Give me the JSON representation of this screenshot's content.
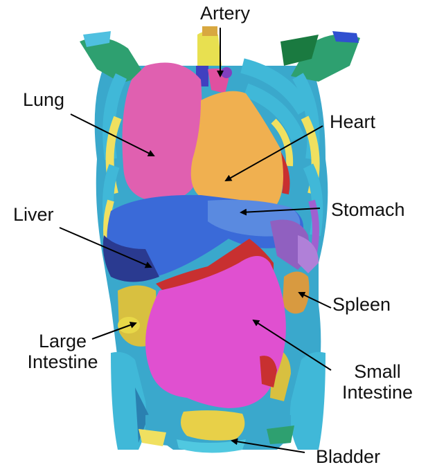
{
  "labels": {
    "artery": "Artery",
    "lung": "Lung",
    "heart": "Heart",
    "liver": "Liver",
    "stomach": "Stomach",
    "spleen": "Spleen",
    "large_intestine_1": "Large",
    "large_intestine_2": "Intestine",
    "small_intestine_1": "Small",
    "small_intestine_2": "Intestine",
    "bladder": "Bladder"
  },
  "colors": {
    "lung": "#e060b0",
    "heart": "#f0b050",
    "liver": "#3a6ad8",
    "stomach": "#5a8ae0",
    "spleen": "#d89a40",
    "small_intestine": "#e050d0",
    "large_intestine": "#d8c040",
    "bladder": "#e8d048",
    "ribs": "#40b8d8",
    "ribs_alt": "#f0e060",
    "artery": "#8040c0",
    "red_tube": "#c83030",
    "bone_green": "#30a060",
    "background": "#ffffff"
  }
}
